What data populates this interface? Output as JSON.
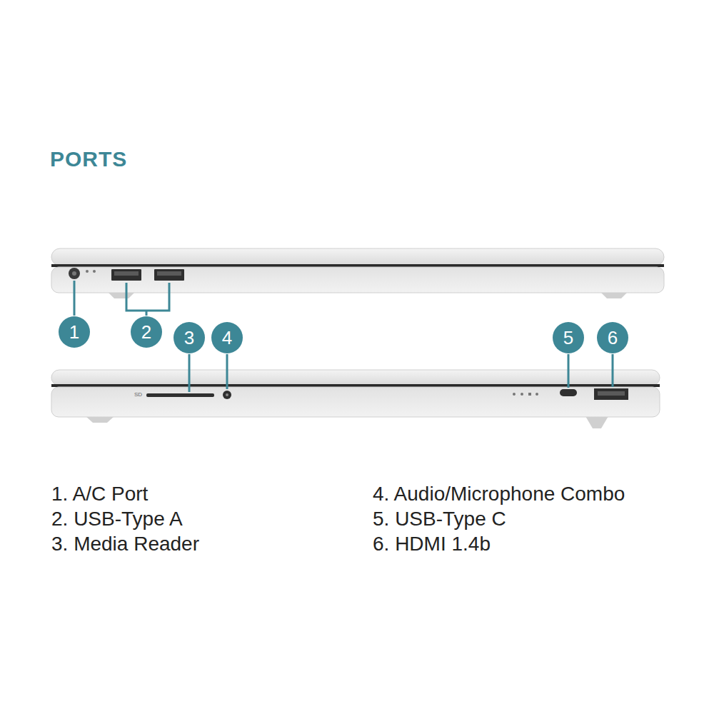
{
  "diagram": {
    "title": "PORTS",
    "nodes": [
      {
        "text": [
          "1"
        ]
      },
      {
        "text": [
          "2"
        ]
      },
      {
        "text": [
          "3"
        ]
      },
      {
        "text": [
          "4"
        ]
      },
      {
        "text": [
          "5"
        ]
      },
      {
        "text": [
          "6"
        ]
      }
    ],
    "labels": [
      "1. A/C Port",
      "2. USB-Type A",
      "3. Media Reader",
      "4. Audio/Microphone Combo",
      "5. USB-Type C",
      "6. HDMI 1.4b",
      "SD"
    ]
  }
}
